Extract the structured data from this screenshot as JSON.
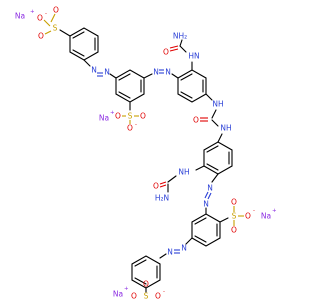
{
  "colors": {
    "background": "#ffffff",
    "carbon_bond": "#000000",
    "oxygen": "#e00000",
    "nitrogen": "#2a3fd6",
    "sulfur": "#c8a000",
    "sodium": "#8a2be2"
  },
  "labels": {
    "na": "Na",
    "na_plus": "+",
    "o": "O",
    "o_minus": "-",
    "s": "S",
    "n": "N",
    "nh": "NH",
    "hn": "HN",
    "nh2_amide": "NH₂",
    "h2n": "H₂N"
  }
}
